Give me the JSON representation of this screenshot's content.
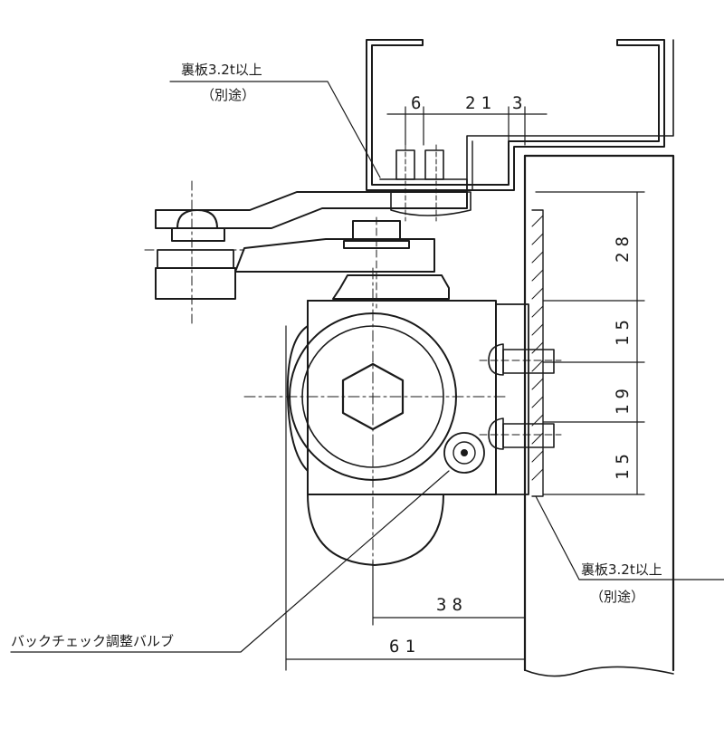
{
  "labels": {
    "backplate_top": "裏板3.2t以上",
    "backplate_top_sub": "（別途）",
    "backplate_right": "裏板3.2t以上",
    "backplate_right_sub": "（別途）",
    "valve": "バックチェック調整バルブ"
  },
  "dimensions": {
    "d6": "6",
    "d21": "21",
    "d3": "3",
    "d28": "28",
    "d15a": "15",
    "d19": "19",
    "d15b": "15",
    "d38": "38",
    "d61": "61"
  },
  "colors": {
    "line": "#1a1a1a",
    "background": "#ffffff"
  }
}
